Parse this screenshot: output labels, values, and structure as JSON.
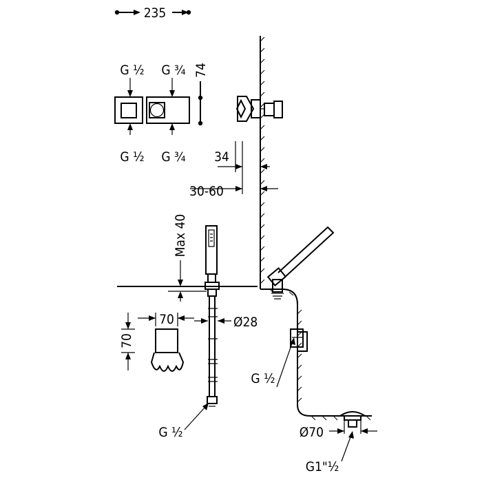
{
  "dimensions": {
    "total_width": "235",
    "height_74": "74",
    "depth_34": "34",
    "depth_range": "30-60",
    "max_40": "Max 40",
    "spout_width": "70",
    "spout_height": "70",
    "hose_diameter": "Ø28",
    "overflow_diameter": "Ø70"
  },
  "threads": {
    "left_top": "G ½",
    "right_top": "G ¾",
    "left_bottom": "G ½",
    "right_bottom": "G ¾",
    "hose_connection": "G ½",
    "side_connection": "G ½",
    "waste": "G1\"½"
  }
}
